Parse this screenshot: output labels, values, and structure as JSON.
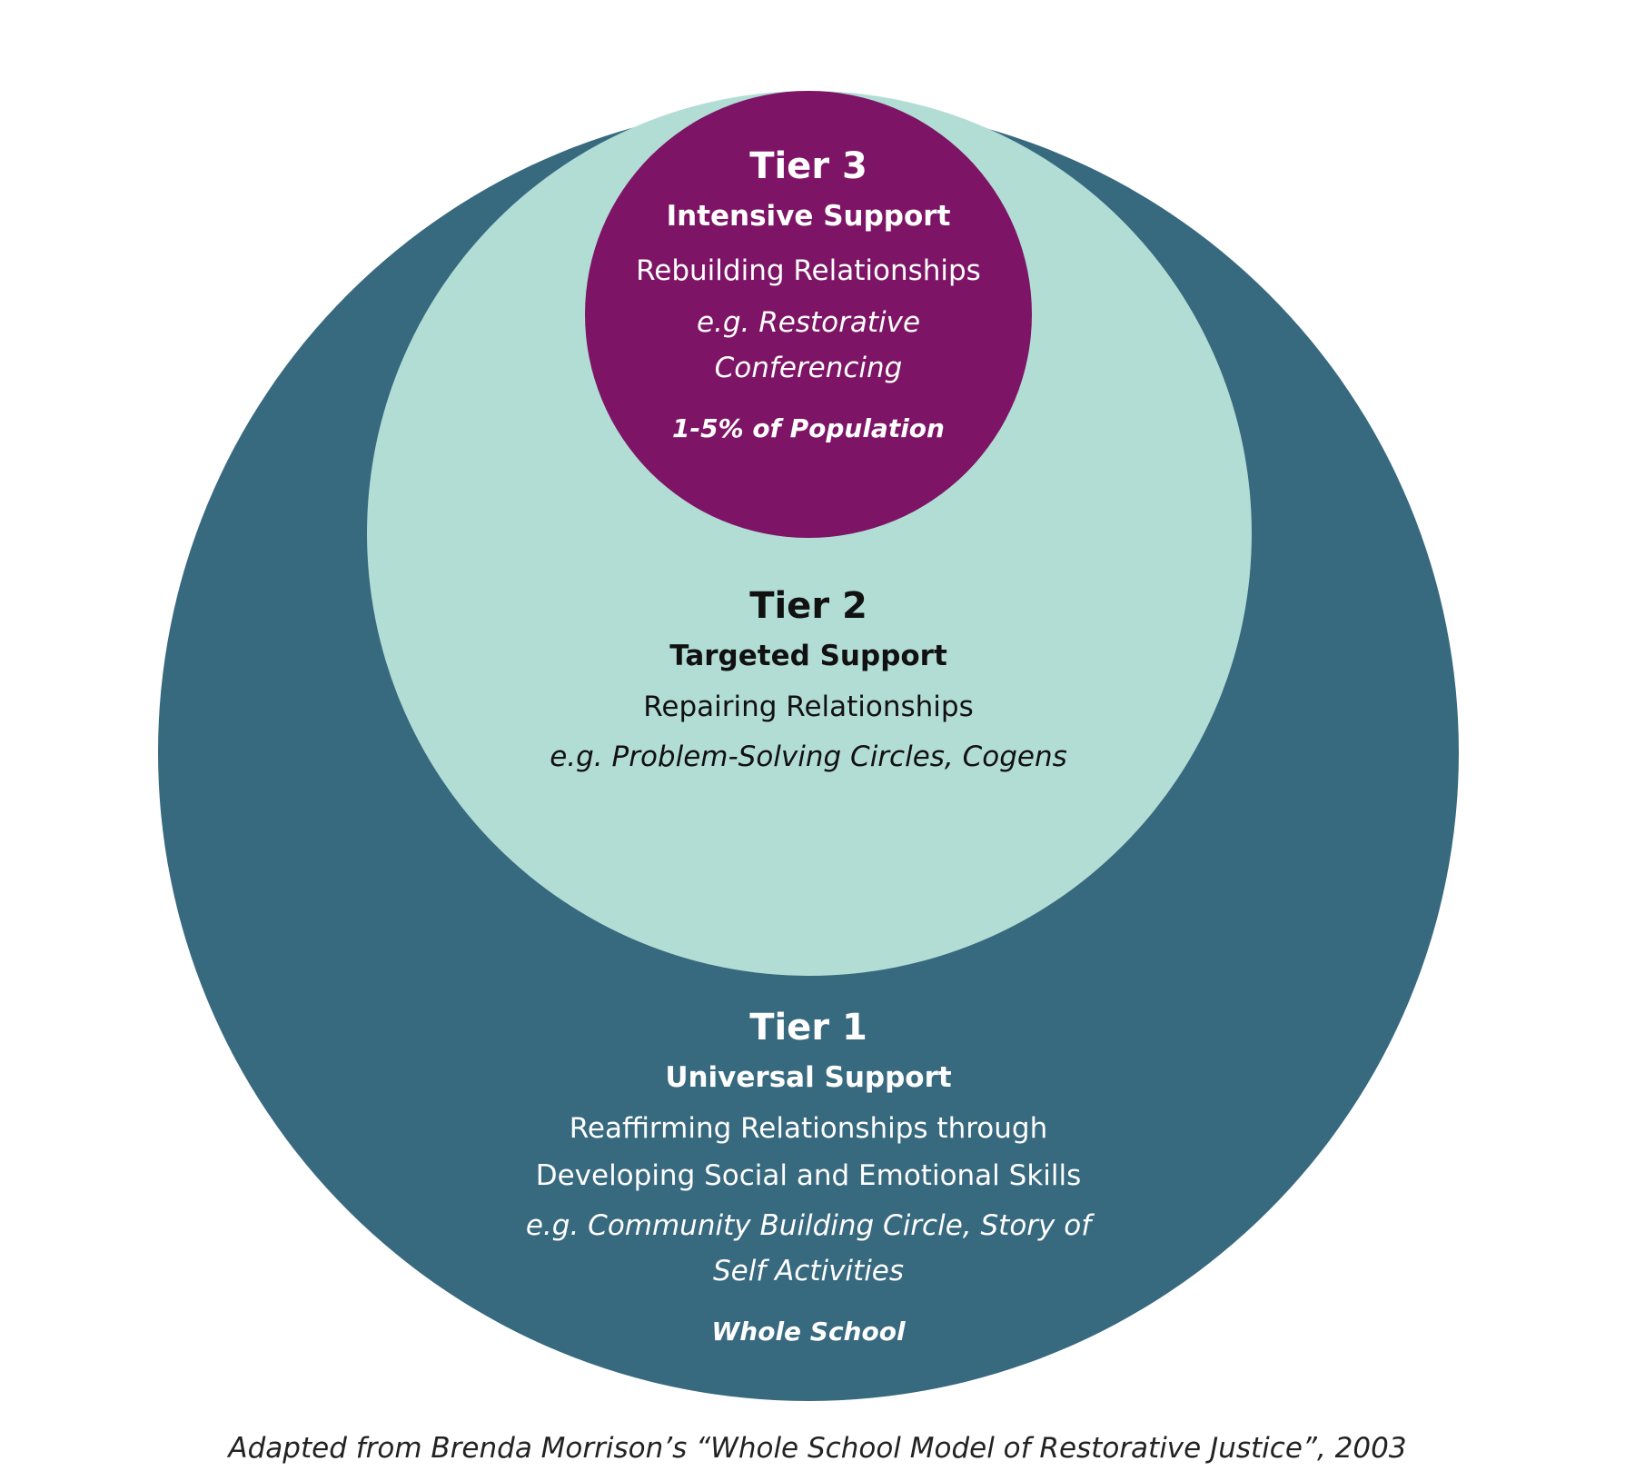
{
  "colors": {
    "tier1": "#37697f",
    "tier2": "#b2ddd5",
    "tier3": "#7e1466"
  },
  "tier3": {
    "title": "Tier 3",
    "subtitle": "Intensive Support",
    "description": "Rebuilding Relationships",
    "example_line1": "e.g. Restorative",
    "example_line2": "Conferencing",
    "population": "1-5% of Population"
  },
  "tier2": {
    "title": "Tier 2",
    "subtitle": "Targeted Support",
    "description": "Repairing Relationships",
    "example": "e.g. Problem-Solving Circles, Cogens"
  },
  "tier1": {
    "title": "Tier 1",
    "subtitle": "Universal Support",
    "description_line1": "Reaffirming Relationships through",
    "description_line2": "Developing Social and Emotional Skills",
    "example_line1": "e.g. Community Building Circle, Story of",
    "example_line2": "Self Activities",
    "population": "Whole School"
  },
  "caption": "Adapted from Brenda Morrison’s “Whole School Model of Restorative Justice”, 2003"
}
